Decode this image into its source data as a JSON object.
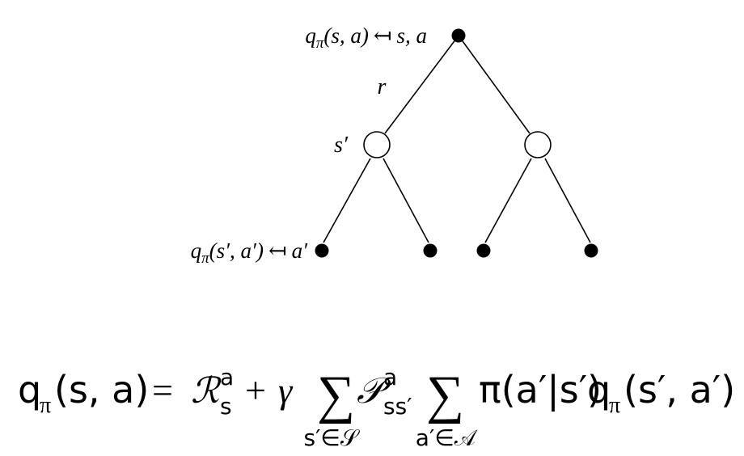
{
  "backup_diagram": {
    "root_label": {
      "q": "q",
      "pi": "π",
      "args": "(s, a)",
      "arrow": "↤",
      "rhs": "s, a"
    },
    "reward_label": "r",
    "state_label": "s′",
    "leaf_label": {
      "q": "q",
      "pi": "π",
      "args": "(s′, a′)",
      "arrow": "↤",
      "rhs": "a′"
    }
  },
  "equation": {
    "lhs_q": "q",
    "lhs_pi": "π",
    "lhs_args": "(s, a)",
    "equals": "=",
    "R": "ℛ",
    "R_sup": "a",
    "R_sub": "s",
    "plus": "+",
    "gamma": "γ",
    "sum1": "∑",
    "sum1_under": "s′∈𝒮",
    "P": "𝒫",
    "P_sup": "a",
    "P_sub": "ss′",
    "sum2": "∑",
    "sum2_under": "a′∈𝒜",
    "policy": "π(a′|s′)",
    "rhs_q": "q",
    "rhs_pi": "π",
    "rhs_args": "(s′, a′)"
  }
}
